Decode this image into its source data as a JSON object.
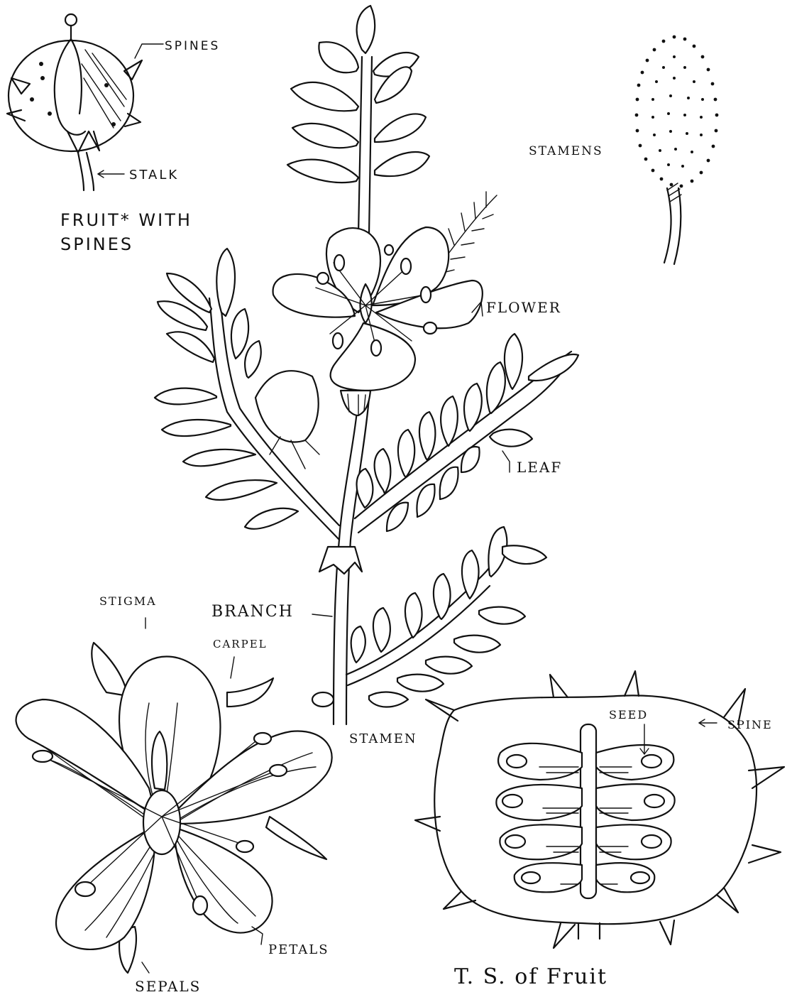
{
  "labels": {
    "spines": "SPINES",
    "stalk": "STALK",
    "fruit_with_spines_line1": "FRUIT* WITH",
    "fruit_with_spines_line2": "SPINES",
    "stamens": "STAMENS",
    "flower": "FLOWER",
    "leaf": "LEAF",
    "stigma": "STIGMA",
    "branch": "BRANCH",
    "carpel": "CARPEL",
    "stamen": "STAMEN",
    "seed": "SEED",
    "spine": "SPINE",
    "petals": "PETALS",
    "sepals": "SEPALS",
    "ts_of_fruit": "T. S. of Fruit"
  }
}
